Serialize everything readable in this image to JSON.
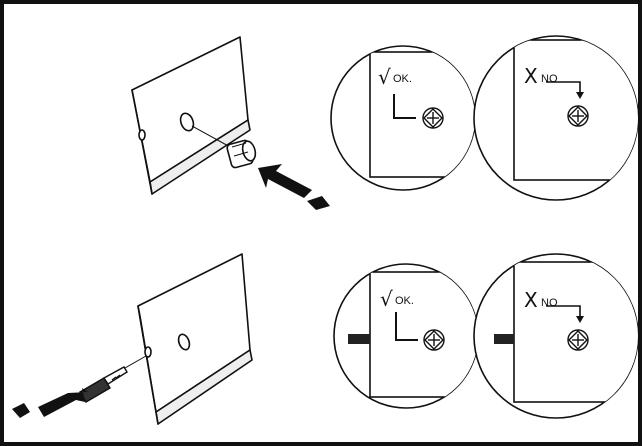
{
  "panels": {
    "top": {
      "ok_mark": {
        "symbol": "√",
        "text": "OK."
      },
      "no_mark": {
        "symbol": "X",
        "text": "NO"
      }
    },
    "bottom": {
      "ok_mark": {
        "symbol": "√",
        "text": "OK."
      },
      "no_mark": {
        "symbol": "X",
        "text": "NO"
      }
    }
  },
  "colors": {
    "ink": "#111111",
    "paper": "#ffffff",
    "shade": "#d9d9d9"
  }
}
